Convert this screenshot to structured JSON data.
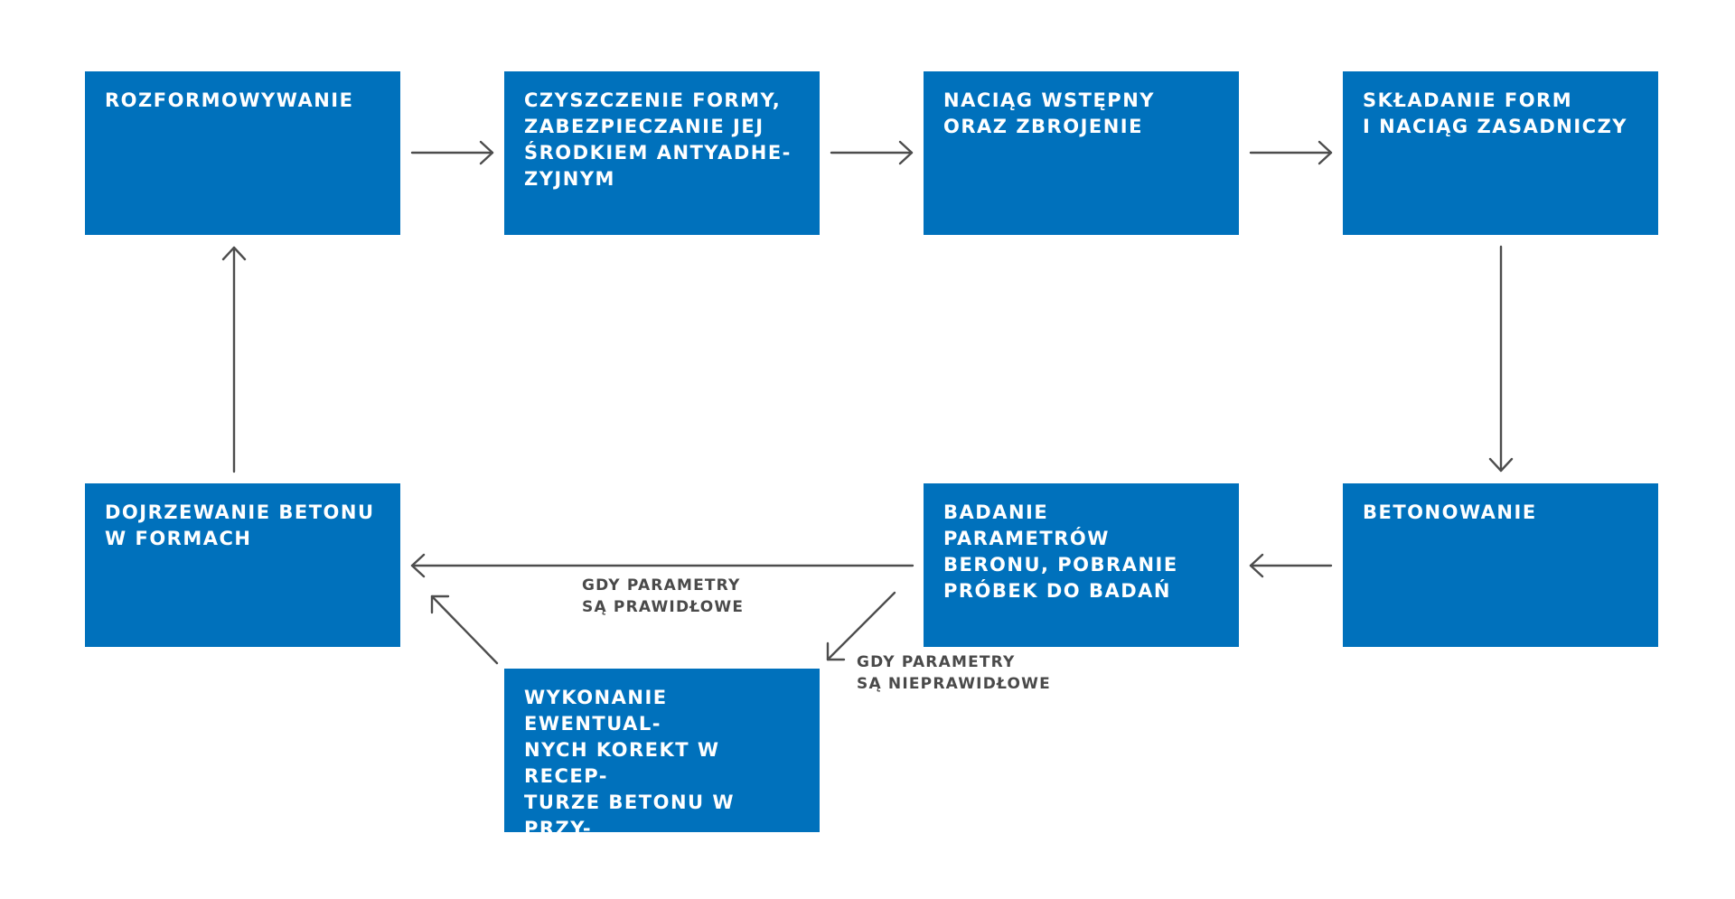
{
  "steps": {
    "s1": "ROZFORMOWYWANIE",
    "s2": "CZYSZCZENIE FORMY,\nZABEZPIECZANIE JEJ\nŚRODKIEM ANTYADHE-\nZYJNYM",
    "s3": "NACIĄG WSTĘPNY\nORAZ ZBROJENIE",
    "s4": "SKŁADANIE FORM\nI NACIĄG ZASADNICZY",
    "s5": "BETONOWANIE",
    "s6": "BADANIE PARAMETRÓW\nBERONU, POBRANIE\nPRÓBEK DO BADAŃ",
    "s7": "DOJRZEWANIE BETONU\nW FORMACH",
    "s8": "WYKONANIE EWENTUAL-\nNYCH KOREKT W RECEP-\nTURZE BETONU W PRZY-\nPADKU NIEPRAWIDŁO-\nWOŚCI"
  },
  "labels": {
    "correct": "GDY PARAMETRY\nSĄ PRAWIDŁOWE",
    "incorrect": "GDY PARAMETRY\nSĄ NIEPRAWIDŁOWE"
  },
  "colors": {
    "box": "#0071bc",
    "arrow": "#4d4d4d"
  }
}
